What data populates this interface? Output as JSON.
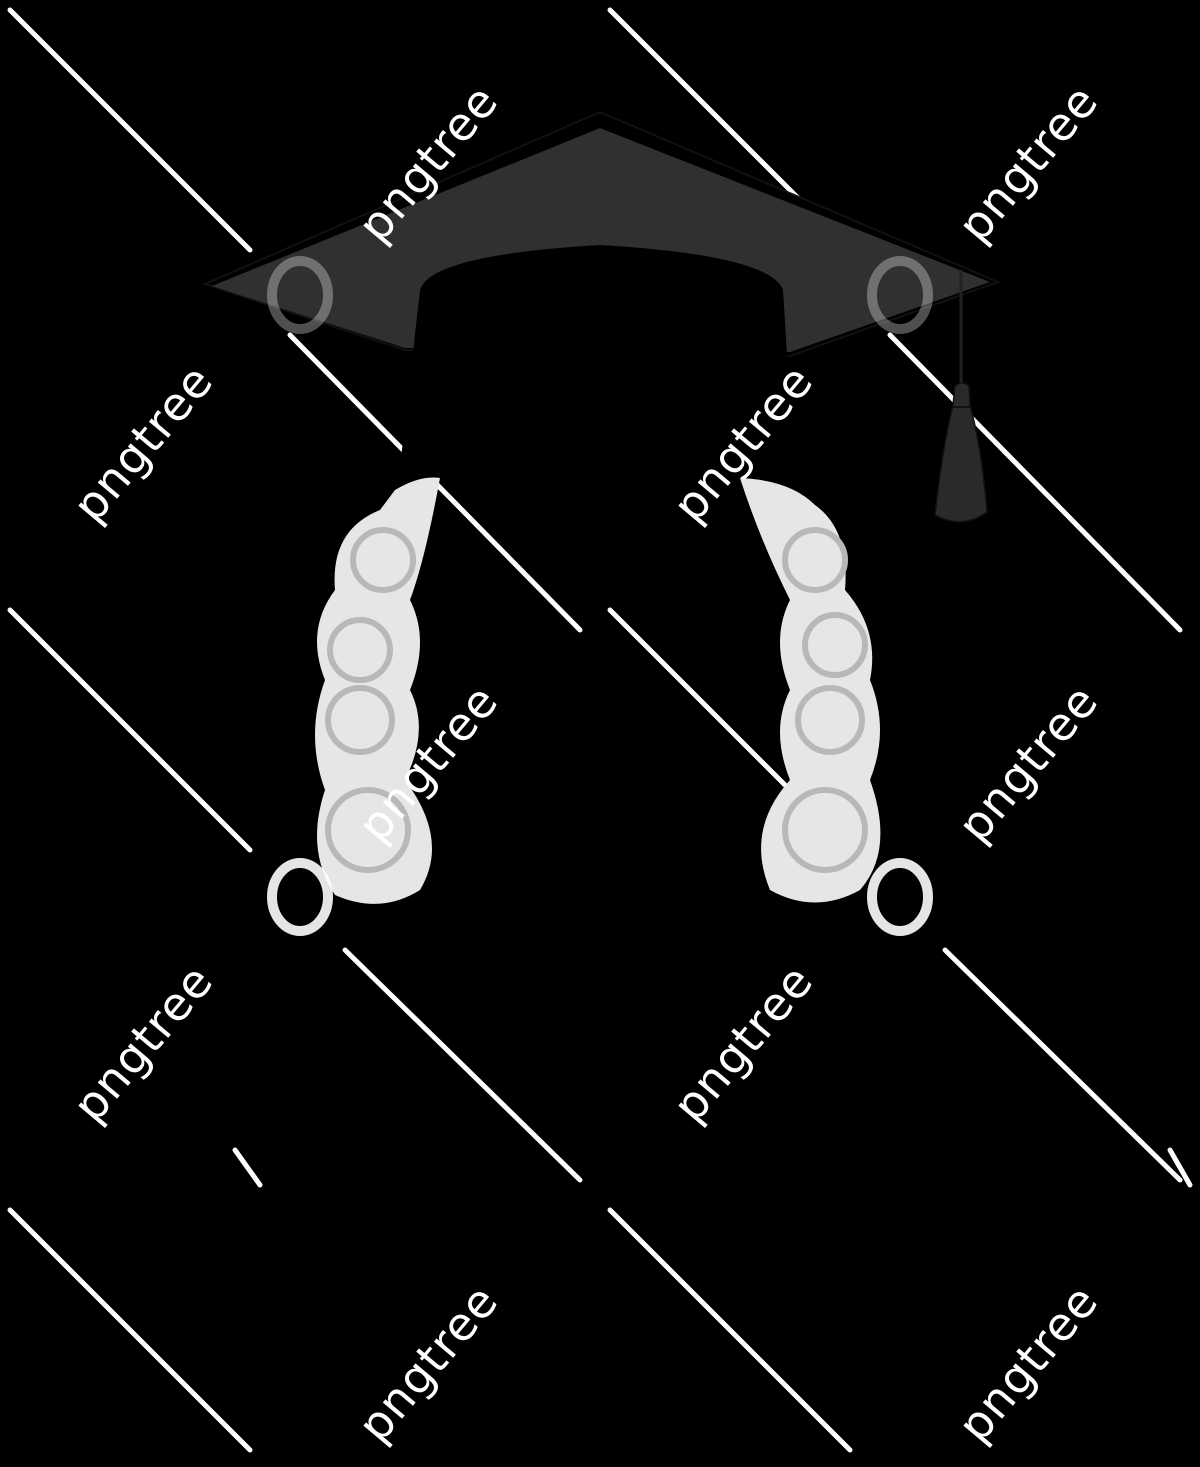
{
  "image": {
    "subject": "Graduation cap (mortarboard) with tassel and white judge-wig curls",
    "background_color": "#000000",
    "colors": {
      "cap_board": "#303030",
      "cap_body": "#000000",
      "tassel": "#2a2a2a",
      "curls_fill": "#e6e6e6",
      "curls_swirl": "#b8b8b8",
      "watermark": "#ffffff"
    }
  },
  "watermark": {
    "text": "pngtree",
    "logo": "pngtree-leaf-logo"
  }
}
